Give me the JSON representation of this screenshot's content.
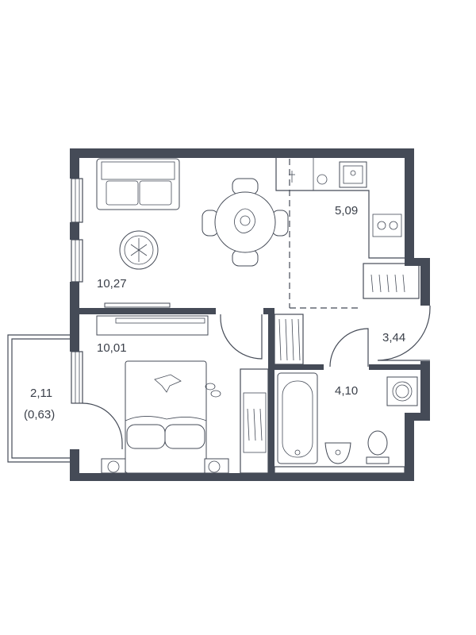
{
  "rooms": {
    "living_kitchen_area": "10,27",
    "kitchen_area": "5,09",
    "bedroom_area": "10,01",
    "balcony_area": "2,11",
    "balcony_area_reduced": "(0,63)",
    "hall_area": "3,44",
    "bathroom_area": "4,10"
  },
  "colors": {
    "wall": "#454b57",
    "background": "#ffffff"
  }
}
